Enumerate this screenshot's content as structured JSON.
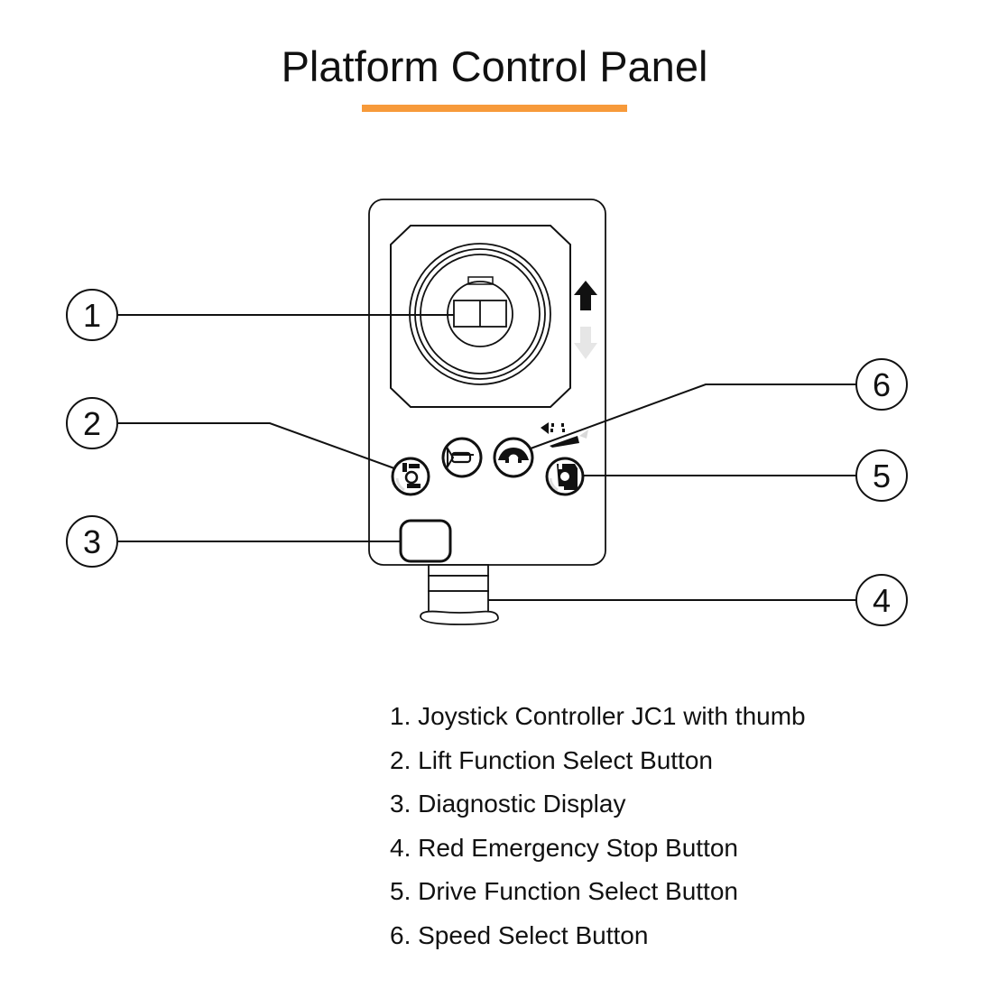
{
  "title": "Platform Control Panel",
  "accent_color": "#f79a3a",
  "callouts": [
    {
      "number": "1",
      "target": "joystick"
    },
    {
      "number": "2",
      "target": "lift-function-select-button"
    },
    {
      "number": "3",
      "target": "diagnostic-display"
    },
    {
      "number": "4",
      "target": "emergency-stop-button"
    },
    {
      "number": "5",
      "target": "drive-function-select-button"
    },
    {
      "number": "6",
      "target": "speed-select-button"
    }
  ],
  "legend": [
    "1. Joystick Controller JC1 with thumb",
    "2. Lift Function Select Button",
    "3. Diagnostic Display",
    "4. Red Emergency Stop Button",
    "5. Drive Function Select Button",
    "6. Speed Select Button"
  ],
  "icons": {
    "up_arrow": "arrow-up-icon",
    "down_arrow": "arrow-down-icon",
    "lift": "lift-icon",
    "horn": "horn-icon",
    "speed": "speed-turtle-icon",
    "drive": "drive-icon",
    "speed_range": "speed-range-icon"
  }
}
